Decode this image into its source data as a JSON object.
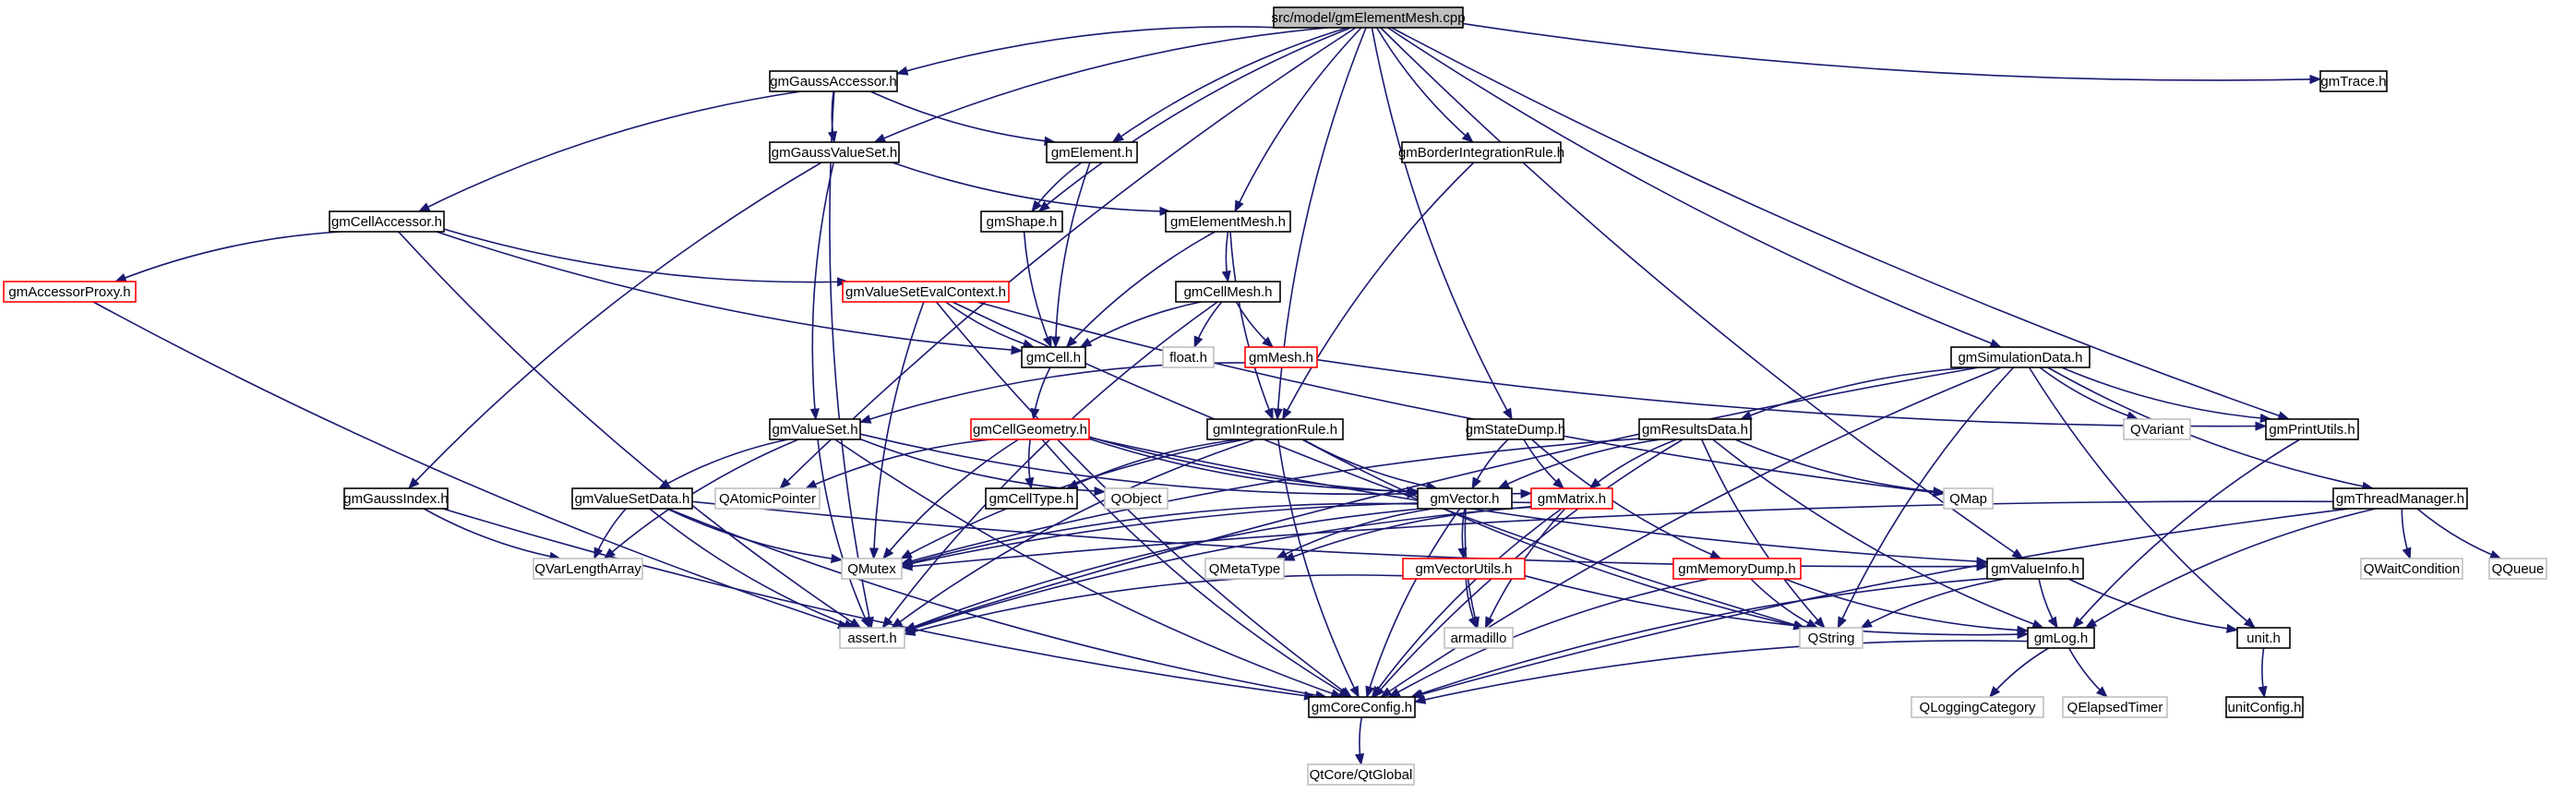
{
  "colors": {
    "edge": "#191970",
    "edge_gray": "#a9a9a9",
    "root_fill": "#bfbfbf",
    "box_black": "#000000",
    "box_red": "#ff0000",
    "box_gray": "#bfbfbf"
  },
  "nodes": [
    {
      "id": "root",
      "label": "src/model/gmElementMesh.cpp",
      "style": "root"
    },
    {
      "id": "gaussAccessor",
      "label": "gmGaussAccessor.h",
      "style": "black"
    },
    {
      "id": "gaussValueSet",
      "label": "gmGaussValueSet.h",
      "style": "black"
    },
    {
      "id": "element",
      "label": "gmElement.h",
      "style": "black"
    },
    {
      "id": "shape",
      "label": "gmShape.h",
      "style": "black"
    },
    {
      "id": "elementMesh",
      "label": "gmElementMesh.h",
      "style": "black"
    },
    {
      "id": "borderRule",
      "label": "gmBorderIntegrationRule.h",
      "style": "black"
    },
    {
      "id": "trace",
      "label": "gmTrace.h",
      "style": "black"
    },
    {
      "id": "cellAccessor",
      "label": "gmCellAccessor.h",
      "style": "black"
    },
    {
      "id": "accessorProxy",
      "label": "gmAccessorProxy.h",
      "style": "red"
    },
    {
      "id": "valueSetEval",
      "label": "gmValueSetEvalContext.h",
      "style": "red"
    },
    {
      "id": "cellMesh",
      "label": "gmCellMesh.h",
      "style": "black"
    },
    {
      "id": "cell",
      "label": "gmCell.h",
      "style": "black"
    },
    {
      "id": "floatH",
      "label": "float.h",
      "style": "gray"
    },
    {
      "id": "mesh",
      "label": "gmMesh.h",
      "style": "red"
    },
    {
      "id": "simData",
      "label": "gmSimulationData.h",
      "style": "black"
    },
    {
      "id": "valueSet",
      "label": "gmValueSet.h",
      "style": "black"
    },
    {
      "id": "cellGeometry",
      "label": "gmCellGeometry.h",
      "style": "red"
    },
    {
      "id": "integrationRule",
      "label": "gmIntegrationRule.h",
      "style": "black"
    },
    {
      "id": "stateDump",
      "label": "gmStateDump.h",
      "style": "black"
    },
    {
      "id": "resultsData",
      "label": "gmResultsData.h",
      "style": "black"
    },
    {
      "id": "qvariant",
      "label": "QVariant",
      "style": "gray"
    },
    {
      "id": "printUtils",
      "label": "gmPrintUtils.h",
      "style": "black"
    },
    {
      "id": "gaussIndex",
      "label": "gmGaussIndex.h",
      "style": "black"
    },
    {
      "id": "qatomic",
      "label": "QAtomicPointer",
      "style": "gray"
    },
    {
      "id": "valueSetData",
      "label": "gmValueSetData.h",
      "style": "black"
    },
    {
      "id": "cellType",
      "label": "gmCellType.h",
      "style": "black"
    },
    {
      "id": "qobject",
      "label": "QObject",
      "style": "gray"
    },
    {
      "id": "vector",
      "label": "gmVector.h",
      "style": "black"
    },
    {
      "id": "matrix",
      "label": "gmMatrix.h",
      "style": "red"
    },
    {
      "id": "qmap",
      "label": "QMap",
      "style": "gray"
    },
    {
      "id": "threadManager",
      "label": "gmThreadManager.h",
      "style": "black"
    },
    {
      "id": "qvla",
      "label": "QVarLengthArray",
      "style": "gray"
    },
    {
      "id": "qmutex",
      "label": "QMutex",
      "style": "gray"
    },
    {
      "id": "qmetatype",
      "label": "QMetaType",
      "style": "gray"
    },
    {
      "id": "vectorUtils",
      "label": "gmVectorUtils.h",
      "style": "red"
    },
    {
      "id": "memoryDump",
      "label": "gmMemoryDump.h",
      "style": "red"
    },
    {
      "id": "valueInfo",
      "label": "gmValueInfo.h",
      "style": "black"
    },
    {
      "id": "qwait",
      "label": "QWaitCondition",
      "style": "gray"
    },
    {
      "id": "qqueue",
      "label": "QQueue",
      "style": "gray"
    },
    {
      "id": "assertH",
      "label": "assert.h",
      "style": "gray"
    },
    {
      "id": "armadillo",
      "label": "armadillo",
      "style": "gray"
    },
    {
      "id": "qstring",
      "label": "QString",
      "style": "gray"
    },
    {
      "id": "log",
      "label": "gmLog.h",
      "style": "black"
    },
    {
      "id": "unitH",
      "label": "unit.h",
      "style": "black"
    },
    {
      "id": "coreConfig",
      "label": "gmCoreConfig.h",
      "style": "black"
    },
    {
      "id": "qlogcat",
      "label": "QLoggingCategory",
      "style": "gray"
    },
    {
      "id": "qelapsed",
      "label": "QElapsedTimer",
      "style": "gray"
    },
    {
      "id": "unitConfig",
      "label": "unitConfig.h",
      "style": "black"
    },
    {
      "id": "qtglobal",
      "label": "QtCore/QtGlobal",
      "style": "gray"
    }
  ],
  "edges": [
    [
      "root",
      "gaussAccessor"
    ],
    [
      "root",
      "gaussValueSet"
    ],
    [
      "root",
      "element"
    ],
    [
      "root",
      "shape"
    ],
    [
      "root",
      "elementMesh"
    ],
    [
      "root",
      "borderRule"
    ],
    [
      "root",
      "trace"
    ],
    [
      "root",
      "qatomic"
    ],
    [
      "root",
      "integrationRule"
    ],
    [
      "root",
      "stateDump"
    ],
    [
      "root",
      "simData"
    ],
    [
      "root",
      "printUtils"
    ],
    [
      "root",
      "valueInfo"
    ],
    [
      "gaussAccessor",
      "gaussValueSet"
    ],
    [
      "gaussAccessor",
      "element"
    ],
    [
      "gaussAccessor",
      "cellAccessor"
    ],
    [
      "gaussAccessor",
      "assertH"
    ],
    [
      "gaussValueSet",
      "elementMesh"
    ],
    [
      "gaussValueSet",
      "valueSet"
    ],
    [
      "gaussValueSet",
      "gaussIndex"
    ],
    [
      "element",
      "shape"
    ],
    [
      "element",
      "cell"
    ],
    [
      "shape",
      "cell"
    ],
    [
      "elementMesh",
      "cell"
    ],
    [
      "elementMesh",
      "cellMesh"
    ],
    [
      "elementMesh",
      "integrationRule"
    ],
    [
      "borderRule",
      "integrationRule"
    ],
    [
      "cellAccessor",
      "accessorProxy"
    ],
    [
      "cellAccessor",
      "valueSetEval"
    ],
    [
      "cellAccessor",
      "cell"
    ],
    [
      "cellAccessor",
      "assertH"
    ],
    [
      "accessorProxy",
      "assertH"
    ],
    [
      "valueSetEval",
      "cell"
    ],
    [
      "valueSetEval",
      "qmutex"
    ],
    [
      "valueSetEval",
      "coreConfig"
    ],
    [
      "valueSetEval",
      "qmap"
    ],
    [
      "valueSetEval",
      "qstring"
    ],
    [
      "cellMesh",
      "cell"
    ],
    [
      "cellMesh",
      "floatH"
    ],
    [
      "cellMesh",
      "mesh"
    ],
    [
      "cellMesh",
      "assertH"
    ],
    [
      "cell",
      "cellGeometry"
    ],
    [
      "mesh",
      "valueSet"
    ],
    [
      "mesh",
      "printUtils"
    ],
    [
      "simData",
      "resultsData"
    ],
    [
      "simData",
      "qvariant"
    ],
    [
      "simData",
      "printUtils"
    ],
    [
      "simData",
      "threadManager"
    ],
    [
      "simData",
      "qstring"
    ],
    [
      "simData",
      "coreConfig"
    ],
    [
      "simData",
      "unitH"
    ],
    [
      "simData",
      "assertH"
    ],
    [
      "valueSet",
      "valueSetData"
    ],
    [
      "valueSet",
      "qvla"
    ],
    [
      "valueSet",
      "assertH"
    ],
    [
      "valueSet",
      "vector"
    ],
    [
      "valueSet",
      "qobject"
    ],
    [
      "valueSet",
      "coreConfig"
    ],
    [
      "cellGeometry",
      "cellType"
    ],
    [
      "cellGeometry",
      "qatomic"
    ],
    [
      "cellGeometry",
      "vector"
    ],
    [
      "cellGeometry",
      "matrix"
    ],
    [
      "cellGeometry",
      "qmutex"
    ],
    [
      "cellGeometry",
      "coreConfig"
    ],
    [
      "cellGeometry",
      "valueInfo"
    ],
    [
      "integrationRule",
      "cellType"
    ],
    [
      "integrationRule",
      "vector"
    ],
    [
      "integrationRule",
      "qmutex"
    ],
    [
      "integrationRule",
      "assertH"
    ],
    [
      "integrationRule",
      "coreConfig"
    ],
    [
      "integrationRule",
      "qstring"
    ],
    [
      "stateDump",
      "vector"
    ],
    [
      "stateDump",
      "matrix"
    ],
    [
      "stateDump",
      "memoryDump"
    ],
    [
      "resultsData",
      "vector"
    ],
    [
      "resultsData",
      "matrix"
    ],
    [
      "resultsData",
      "qmap"
    ],
    [
      "resultsData",
      "qstring"
    ],
    [
      "resultsData",
      "log"
    ],
    [
      "resultsData",
      "coreConfig"
    ],
    [
      "resultsData",
      "qmutex"
    ],
    [
      "printUtils",
      "log"
    ],
    [
      "gaussIndex",
      "qvla"
    ],
    [
      "gaussIndex",
      "coreConfig"
    ],
    [
      "valueSetData",
      "qvla"
    ],
    [
      "valueSetData",
      "qmutex"
    ],
    [
      "valueSetData",
      "assertH"
    ],
    [
      "valueSetData",
      "coreConfig"
    ],
    [
      "valueSetData",
      "valueInfo"
    ],
    [
      "vector",
      "qmetatype"
    ],
    [
      "vector",
      "vectorUtils"
    ],
    [
      "vector",
      "armadillo"
    ],
    [
      "vector",
      "assertH"
    ],
    [
      "vector",
      "coreConfig"
    ],
    [
      "vector",
      "qmutex"
    ],
    [
      "matrix",
      "qmetatype"
    ],
    [
      "matrix",
      "armadillo"
    ],
    [
      "matrix",
      "assertH"
    ],
    [
      "matrix",
      "coreConfig"
    ],
    [
      "matrix",
      "qmutex"
    ],
    [
      "threadManager",
      "qwait"
    ],
    [
      "threadManager",
      "qqueue"
    ],
    [
      "threadManager",
      "qmutex"
    ],
    [
      "threadManager",
      "log"
    ],
    [
      "threadManager",
      "coreConfig"
    ],
    [
      "vectorUtils",
      "assertH"
    ],
    [
      "vectorUtils",
      "armadillo"
    ],
    [
      "vectorUtils",
      "log"
    ],
    [
      "memoryDump",
      "qstring"
    ],
    [
      "memoryDump",
      "log"
    ],
    [
      "memoryDump",
      "coreConfig"
    ],
    [
      "valueInfo",
      "qstring"
    ],
    [
      "valueInfo",
      "log"
    ],
    [
      "valueInfo",
      "unitH"
    ],
    [
      "valueInfo",
      "coreConfig"
    ],
    [
      "log",
      "coreConfig"
    ],
    [
      "log",
      "qlogcat"
    ],
    [
      "log",
      "qelapsed"
    ],
    [
      "unitH",
      "unitConfig"
    ],
    [
      "coreConfig",
      "qtglobal"
    ]
  ]
}
